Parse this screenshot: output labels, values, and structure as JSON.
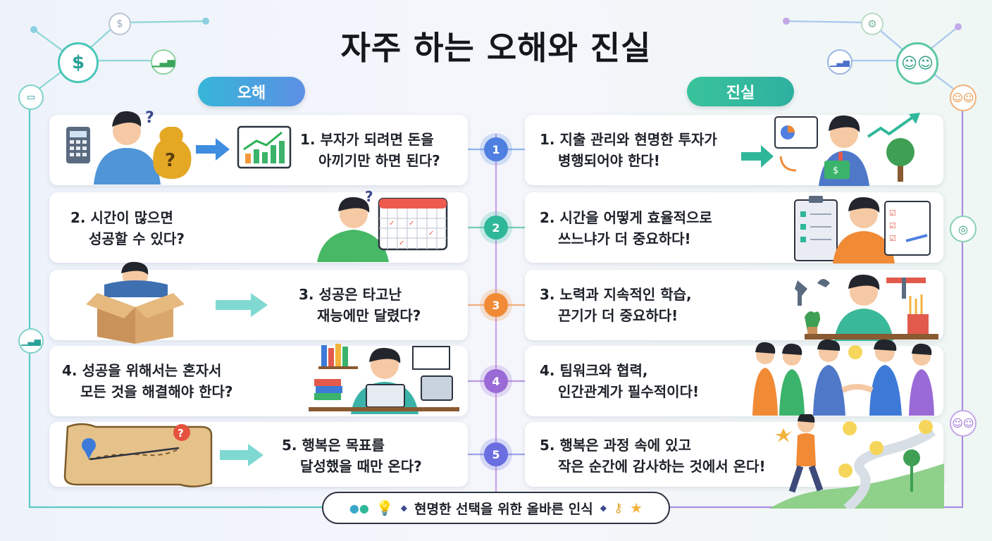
{
  "title": "자주 하는 오해와 진실",
  "left_header": "오해",
  "right_header": "진실",
  "myths": [
    {
      "line1": "1. 부자가 되려면 돈을",
      "line2": "아끼기만 하면 된다?"
    },
    {
      "line1": "2. 시간이 많으면",
      "line2": "성공할 수 있다?"
    },
    {
      "line1": "3. 성공은 타고난",
      "line2": "재능에만 달렸다?"
    },
    {
      "line1": "4. 성공을 위해서는 혼자서",
      "line2": "모든 것을 해결해야 한다?"
    },
    {
      "line1": "5. 행복은 목표를",
      "line2": "달성했을 때만 온다?"
    }
  ],
  "truths": [
    {
      "line1": "1. 지출 관리와 현명한 투자가",
      "line2": "병행되어야 한다!"
    },
    {
      "line1": "2. 시간을 어떻게 효율적으로",
      "line2": "쓰느냐가 더 중요하다!"
    },
    {
      "line1": "3. 노력과 지속적인 학습,",
      "line2": "끈기가 더 중요하다!"
    },
    {
      "line1": "4. 팀워크와 협력,",
      "line2": "인간관계가 필수적이다!"
    },
    {
      "line1": "5. 행복은 과정 속에 있고",
      "line2": "작은 순간에 감사하는 것에서 온다!"
    }
  ],
  "numbers": [
    "1",
    "2",
    "3",
    "4",
    "5"
  ],
  "footer": "현명한 선택을 위한 올바른 인식",
  "colors": {
    "num1": "#4f7fe0",
    "num2": "#2fb79a",
    "num3": "#f08a35",
    "num4": "#9a6ad6",
    "num5": "#6a6ee0",
    "left_pill": "#4aa3e0",
    "right_pill": "#33bb9f"
  }
}
